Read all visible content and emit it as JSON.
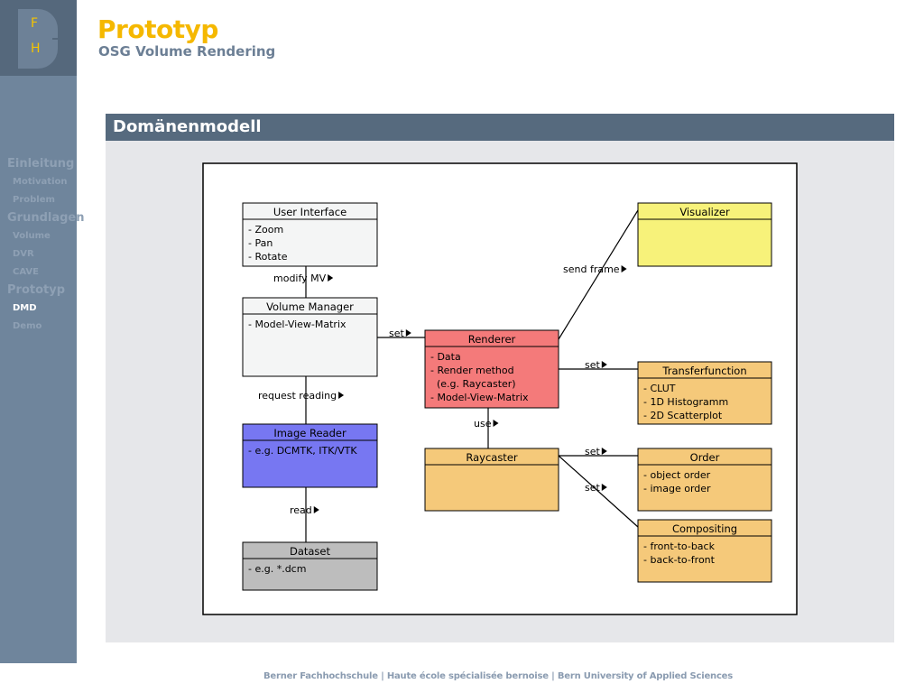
{
  "logo": {
    "letter_f": "F",
    "letter_h": "H"
  },
  "header": {
    "title": "Prototyp",
    "subtitle": "OSG Volume Rendering"
  },
  "sidebar": {
    "sections": [
      {
        "label": "Einleitung",
        "items": [
          {
            "label": "Motivation"
          },
          {
            "label": "Problem"
          }
        ]
      },
      {
        "label": "Grundlagen",
        "items": [
          {
            "label": "Volume"
          },
          {
            "label": "DVR"
          },
          {
            "label": "CAVE"
          }
        ]
      },
      {
        "label": "Prototyp",
        "items": [
          {
            "label": "DMD",
            "active": true
          },
          {
            "label": "Demo"
          }
        ]
      }
    ]
  },
  "block": {
    "title": "Domänenmodell"
  },
  "diagram": {
    "boxes": {
      "user_interface": {
        "title": "User Interface",
        "lines": [
          "- Zoom",
          "- Pan",
          "- Rotate"
        ],
        "color": "#f4f5f5"
      },
      "volume_manager": {
        "title": "Volume Manager",
        "lines": [
          "- Model-View-Matrix"
        ],
        "color": "#f4f5f5"
      },
      "image_reader": {
        "title": "Image Reader",
        "lines": [
          "- e.g. DCMTK, ITK/VTK"
        ],
        "color": "#7777f2"
      },
      "dataset": {
        "title": "Dataset",
        "lines": [
          "- e.g. *.dcm"
        ],
        "color": "#bdbdbd"
      },
      "renderer": {
        "title": "Renderer",
        "lines": [
          "- Data",
          "- Render method",
          "  (e.g. Raycaster)",
          "- Model-View-Matrix"
        ],
        "color": "#f47a7a"
      },
      "raycaster": {
        "title": "Raycaster",
        "lines": [],
        "color": "#f5c97a"
      },
      "visualizer": {
        "title": "Visualizer",
        "lines": [],
        "color": "#f7f27a"
      },
      "transferfunction": {
        "title": "Transferfunction",
        "lines": [
          "- CLUT",
          "- 1D Histogramm",
          "- 2D Scatterplot"
        ],
        "color": "#f5c97a"
      },
      "order": {
        "title": "Order",
        "lines": [
          "- object order",
          "- image order"
        ],
        "color": "#f5c97a"
      },
      "compositing": {
        "title": "Compositing",
        "lines": [
          "- front-to-back",
          "- back-to-front"
        ],
        "color": "#f5c97a"
      }
    },
    "labels": {
      "modify_mv": "modify MV",
      "set_vm_renderer": "set",
      "request_reading": "request reading",
      "read": "read",
      "use": "use",
      "send_frame": "send frame",
      "set_transfer": "set",
      "set_order": "set",
      "set_compositing": "set"
    }
  },
  "footer": {
    "text": "Berner Fachhochschule | Haute école spécialisée bernoise | Bern University of Applied Sciences"
  }
}
